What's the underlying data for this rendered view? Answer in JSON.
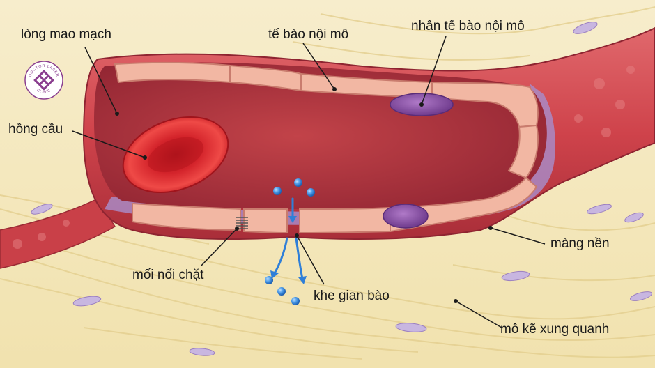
{
  "labels": {
    "lumen": "lòng mao mạch",
    "endothelial_cell": "tế bào nội mô",
    "endothelial_nucleus": "nhân tế bào nội mô",
    "red_blood_cell": "hồng cầu",
    "basement_membrane": "màng nền",
    "tight_junction": "mối nối chặt",
    "intercellular_cleft": "khe gian bào",
    "surrounding_tissue": "mô kẽ xung quanh"
  },
  "logo": {
    "text_top": "DOCTOR LASER",
    "text_bottom": "CLINIC"
  },
  "colors": {
    "vessel_outer": "#d9535a",
    "vessel_inner": "#b8343e",
    "endothelium": "#f2b7a3",
    "endothelium_edge": "#c97c6e",
    "basement": "#a98ac4",
    "nucleus": "#8a4fa8",
    "rbc": "#d91f26",
    "tissue": "#f5e7b8",
    "molecule": "#3f8fe0",
    "logo": "#8a3e8f"
  }
}
